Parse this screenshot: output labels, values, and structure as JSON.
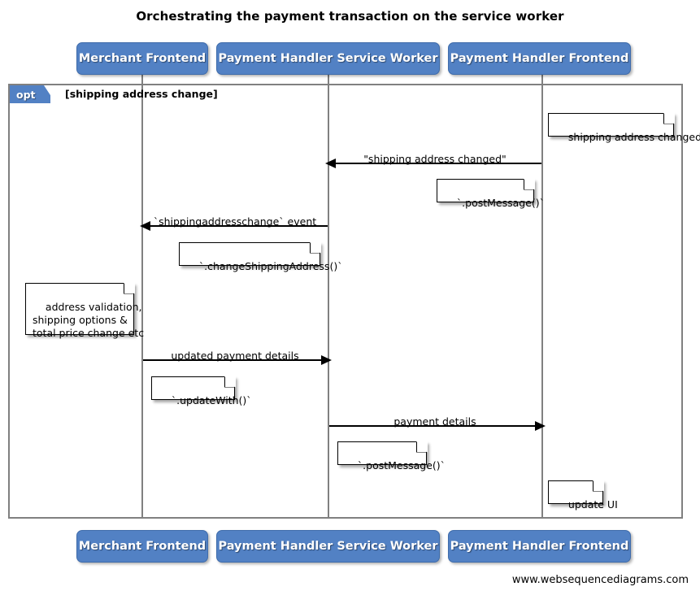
{
  "title": "Orchestrating the payment transaction on the service worker",
  "footer": "www.websequencediagrams.com",
  "colors": {
    "participant_fill": "#5281c4",
    "participant_text": "#ffffff",
    "frame_border": "#808080",
    "lifeline": "#808080",
    "message": "#000000",
    "note_fill": "#ffffff",
    "note_border": "#000000"
  },
  "participants": [
    {
      "id": "merchant-frontend",
      "label": "Merchant Frontend"
    },
    {
      "id": "payment-handler-service-worker",
      "label": "Payment Handler Service Worker"
    },
    {
      "id": "payment-handler-frontend",
      "label": "Payment Handler Frontend"
    }
  ],
  "participants_bottom": [
    {
      "id": "merchant-frontend",
      "label": "Merchant Frontend"
    },
    {
      "id": "payment-handler-service-worker",
      "label": "Payment Handler Service Worker"
    },
    {
      "id": "payment-handler-frontend",
      "label": "Payment Handler Frontend"
    }
  ],
  "fragment": {
    "type": "opt",
    "tag_label": "opt",
    "guard": "[shipping address change]"
  },
  "messages": [
    {
      "id": "shipping-address-changed",
      "label": "\"shipping address changed\"",
      "from": "payment-handler-frontend",
      "to": "payment-handler-service-worker",
      "direction": "left"
    },
    {
      "id": "shippingaddresschange-event",
      "label": "`shippingaddresschange` event",
      "from": "payment-handler-service-worker",
      "to": "merchant-frontend",
      "direction": "left"
    },
    {
      "id": "updated-payment-details",
      "label": "updated payment details",
      "from": "merchant-frontend",
      "to": "payment-handler-service-worker",
      "direction": "right"
    },
    {
      "id": "payment-details",
      "label": "payment details",
      "from": "payment-handler-service-worker",
      "to": "payment-handler-frontend",
      "direction": "right"
    }
  ],
  "notes": [
    {
      "id": "note-shipping-address-changed",
      "text": "shipping address changed",
      "attached_to": "payment-handler-frontend"
    },
    {
      "id": "note-post-message-1",
      "text": "`.postMessage()`",
      "attached_to": "payment-handler-frontend"
    },
    {
      "id": "note-change-shipping-address",
      "text": "`.changeShippingAddress()`",
      "attached_to": "payment-handler-service-worker"
    },
    {
      "id": "note-address-validation",
      "text": "address validation,\nshipping options &\ntotal price change etc",
      "attached_to": "merchant-frontend"
    },
    {
      "id": "note-update-with",
      "text": "`.updateWith()`",
      "attached_to": "merchant-frontend"
    },
    {
      "id": "note-post-message-2",
      "text": "`.postMessage()`",
      "attached_to": "payment-handler-service-worker"
    },
    {
      "id": "note-update-ui",
      "text": "update UI",
      "attached_to": "payment-handler-frontend"
    }
  ]
}
